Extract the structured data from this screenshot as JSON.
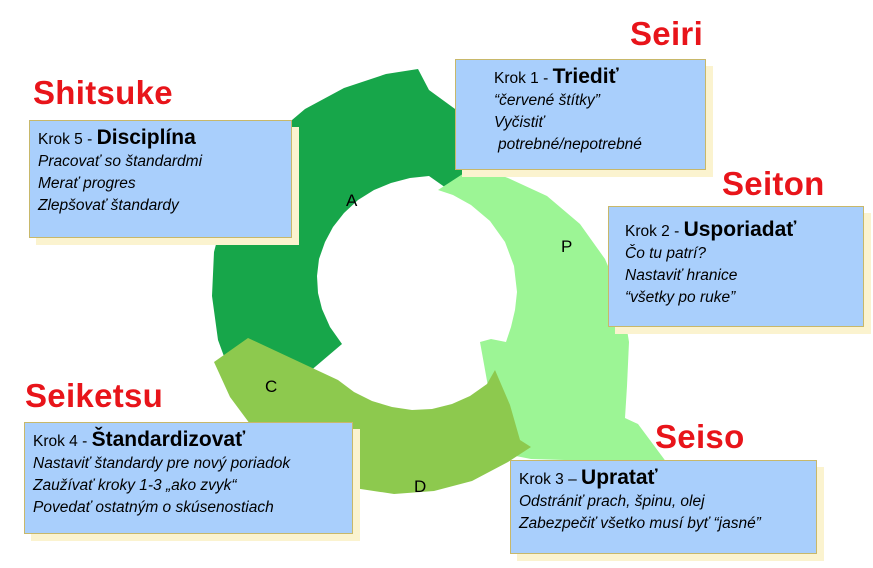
{
  "phases": {
    "a": "A",
    "p": "P",
    "c": "C",
    "d": "D"
  },
  "colors": {
    "title_red": "#e8141a",
    "segment_a": "#17a64a",
    "segment_p": "#9cf595",
    "segment_d": "#8dc94e",
    "box_fill": "#a9cffc",
    "box_shadow": "#fbf3cf"
  },
  "steps": {
    "seiri": {
      "title": "Seiri",
      "prefix": "Krok 1 - ",
      "name": "Triediť",
      "lines": [
        "“červené štítky”",
        "Vyčistiť",
        "potrebné/nepotrebné"
      ]
    },
    "seiton": {
      "title": "Seiton",
      "prefix": "Krok 2 - ",
      "name": "Usporiadať",
      "lines": [
        "Čo tu patrí?",
        "Nastaviť hranice",
        "“všetky po ruke”"
      ]
    },
    "seiso": {
      "title": "Seiso",
      "prefix": "Krok 3 – ",
      "name": "Upratať",
      "lines": [
        "Odstrániť prach, špinu, olej",
        "Zabezpečiť všetko musí byť “jasné”"
      ]
    },
    "seiketsu": {
      "title": "Seiketsu",
      "prefix": "Krok 4 - ",
      "name": "Štandardizovať",
      "lines": [
        "Nastaviť štandardy pre nový poriadok",
        "Zaužívať kroky 1-3 „ako zvyk“",
        "Povedať ostatným o skúsenostiach"
      ]
    },
    "shitsuke": {
      "title": "Shitsuke",
      "prefix": "Krok 5 - ",
      "name": "Disciplína",
      "lines": [
        "Pracovať so štandardmi",
        "Merať progres",
        "Zlepšovať štandardy"
      ]
    }
  }
}
